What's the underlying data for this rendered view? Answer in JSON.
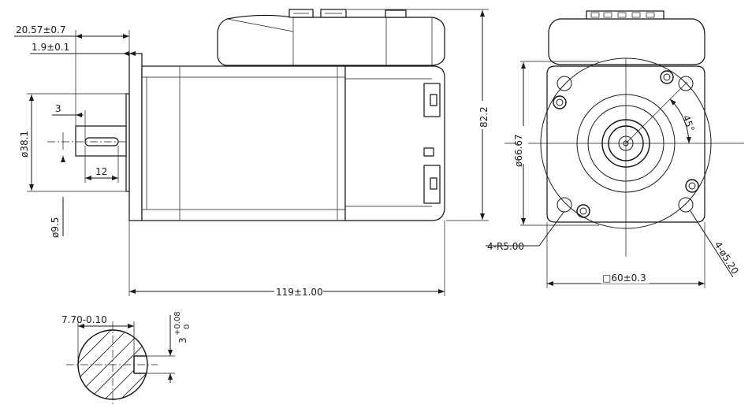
{
  "side_view": {
    "dim_shaft_total": "20.57±0.7",
    "dim_flange": "1.9±0.1",
    "dim_key_offset": "3",
    "dim_pilot_dia": "ø38.1",
    "dim_key_length": "12",
    "dim_shaft_dia": "ø9.5",
    "dim_body_length": "119±1.00",
    "dim_height": "82.2"
  },
  "front_view": {
    "dim_bolt_circle": "ø66.67",
    "dim_angle": "45°",
    "dim_corner_radius": "4-R5.00",
    "dim_hole_dia": "4-ø5.20",
    "dim_square": "□60±0.3"
  },
  "shaft_section": {
    "dim_flat": "7.70-0.10",
    "dim_tol_base": "3",
    "dim_tol_upper": "+0.08",
    "dim_tol_lower": "0"
  }
}
